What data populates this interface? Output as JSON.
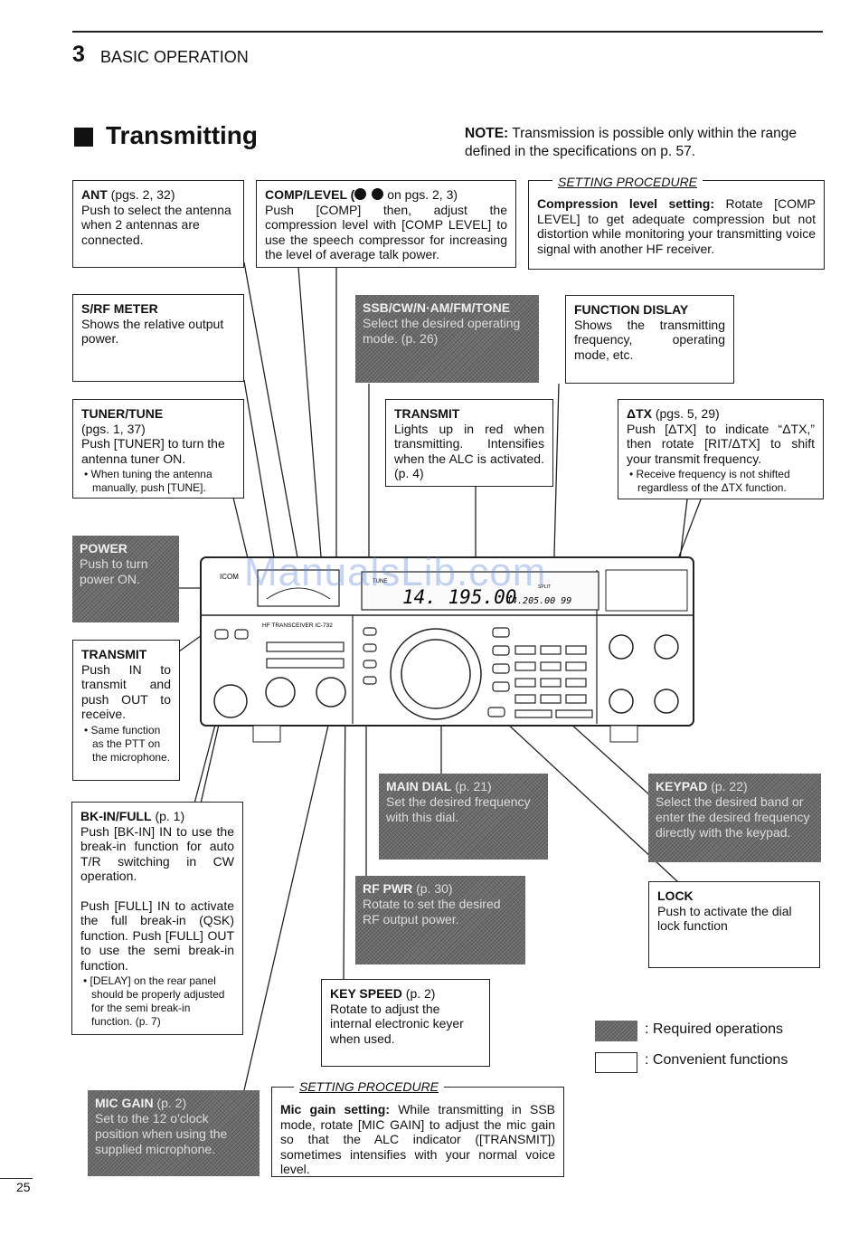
{
  "header": {
    "chapter_num": "3",
    "chapter_title": "BASIC OPERATION"
  },
  "section": {
    "title": "Transmitting"
  },
  "note": {
    "label": "NOTE:",
    "text": "Transmission is possible only within the range defined in the specifications on p. 57."
  },
  "setting_top": {
    "heading": "SETTING PROCEDURE",
    "bold": "Compression level setting:",
    "text": "Rotate [COMP LEVEL] to get adequate compression but not distortion while monitoring your transmitting voice signal with another HF receiver."
  },
  "ant": {
    "title": "ANT",
    "ref": "(pgs. 2, 32)",
    "text": "Push to select the antenna when 2 antennas are connected."
  },
  "comp": {
    "title": "COMP/LEVEL (",
    "ref": "on pgs. 2, 3)",
    "text": "Push [COMP] then, adjust the compression level with [COMP LEVEL] to use the speech compressor for increasing the level of average talk power."
  },
  "srf": {
    "title": "S/RF METER",
    "text": "Shows the relative output power."
  },
  "ssb": {
    "title": "SSB/CW/N·AM/FM/TONE",
    "text": "Select the desired operating mode. (p. 26)"
  },
  "func": {
    "title": "FUNCTION DISLAY",
    "text": "Shows the transmitting frequency, operating mode, etc."
  },
  "tuner": {
    "title": "TUNER/TUNE",
    "ref": "(pgs. 1, 37)",
    "text": "Push [TUNER] to turn the antenna tuner ON.",
    "note": "• When tuning the antenna manually, push [TUNE]."
  },
  "transmit_ind": {
    "title": "TRANSMIT",
    "text": "Lights up in red when transmitting. Intensifies when the ALC is activated. (p. 4)"
  },
  "dtx": {
    "title": "ΔTX",
    "ref": "(pgs. 5, 29)",
    "text": "Push [ΔTX] to indicate “ΔTX,” then rotate [RIT/ΔTX] to shift your transmit frequency.",
    "note": "• Receive frequency is not shifted regardless of the ΔTX function."
  },
  "power": {
    "title": "POWER",
    "text": "Push to turn power ON."
  },
  "transmit_sw": {
    "title": "TRANSMIT",
    "text": "Push IN to transmit and push OUT to receive.",
    "note": "• Same function as the PTT on the microphone."
  },
  "bkin": {
    "title": "BK-IN/FULL",
    "ref": "(p. 1)",
    "text1": "Push [BK-IN] IN to use the break-in function for auto T/R switching in CW operation.",
    "text2": "Push [FULL] IN to activate the full break-in (QSK) function. Push [FULL] OUT to use the semi break-in function.",
    "note": "• [DELAY] on the rear panel should be properly adjusted for the semi break-in function. (p. 7)"
  },
  "main_dial": {
    "title": "MAIN DIAL",
    "ref": "(p. 21)",
    "text": "Set the desired frequency with this dial."
  },
  "keypad": {
    "title": "KEYPAD",
    "ref": "(p. 22)",
    "text": "Select the desired band or enter the desired frequency directly with the keypad."
  },
  "rfpwr": {
    "title": "RF PWR",
    "ref": "(p. 30)",
    "text": "Rotate to set the desired RF output power."
  },
  "lock": {
    "title": "LOCK",
    "text": "Push to activate the dial lock function"
  },
  "keyspeed": {
    "title": "KEY SPEED",
    "ref": "(p. 2)",
    "text": "Rotate to adjust the internal electronic keyer when used."
  },
  "micgain": {
    "title": "MIC GAIN",
    "ref": "(p. 2)",
    "text": "Set to the 12 o'clock position when using the supplied microphone."
  },
  "setting_bottom": {
    "heading": "SETTING PROCEDURE",
    "bold": "Mic gain setting:",
    "text": "While transmitting in SSB mode, rotate [MIC GAIN] to adjust the mic gain so that the ALC indicator ([TRANSMIT]) sometimes intensifies with your normal voice level."
  },
  "legend": {
    "required": ": Required operations",
    "convenient": ": Convenient functions"
  },
  "radio": {
    "brand": "ICOM",
    "model": "HF TRANSCEIVER IC-732",
    "freq_main": "14. 195.00",
    "freq_sub": "14.205.00 99",
    "tune_label": "TUNE",
    "split_label": "SPLIT"
  },
  "watermark": "ManualsLib.com",
  "page_number": "25"
}
